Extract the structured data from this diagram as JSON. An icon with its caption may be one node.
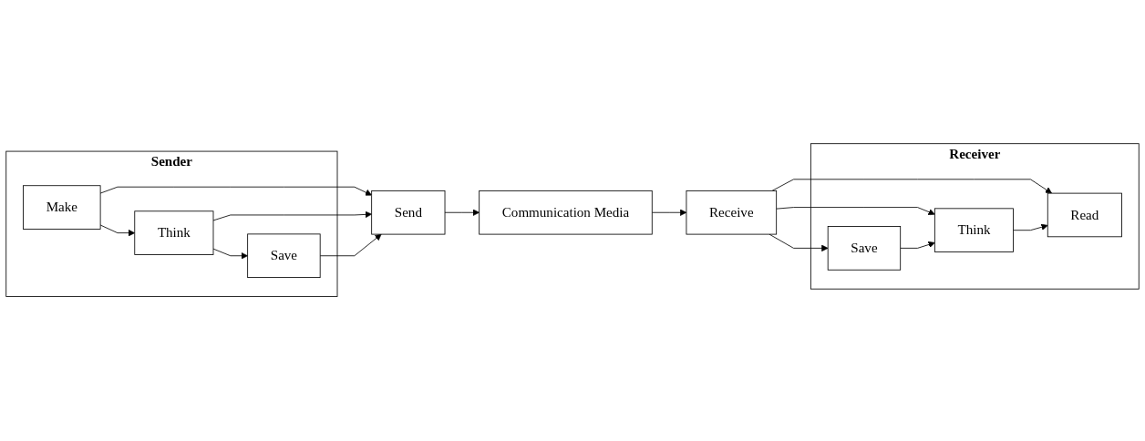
{
  "diagram": {
    "nodes": [
      {
        "text": [
          "Sender"
        ]
      },
      {
        "text": [
          "Make"
        ],
        "in": 0
      },
      {
        "text": [
          "Think"
        ],
        "in": 0
      },
      {
        "text": [
          "Save"
        ],
        "in": 0
      },
      {
        "text": [
          "Send"
        ]
      },
      {
        "text": [
          "Communication Media"
        ]
      },
      {
        "text": [
          "Receive"
        ]
      },
      {
        "text": [
          "Receiver"
        ]
      },
      {
        "text": [
          "Read"
        ],
        "in": 7
      },
      {
        "text": [
          "Think"
        ],
        "in": 7
      },
      {
        "text": [
          "Save"
        ],
        "in": 7
      }
    ],
    "edges": [
      {
        "from": 1,
        "to": 2,
        "arrow": "to"
      },
      {
        "from": 2,
        "to": 3,
        "arrow": "to"
      },
      {
        "from": 1,
        "to": 4,
        "arrow": "to"
      },
      {
        "from": 2,
        "to": 4,
        "arrow": "to"
      },
      {
        "from": 3,
        "to": 4,
        "arrow": "to"
      },
      {
        "from": 4,
        "to": 5,
        "arrow": "to"
      },
      {
        "from": 5,
        "to": 6,
        "arrow": "to"
      },
      {
        "from": 6,
        "to": 8,
        "arrow": "to"
      },
      {
        "from": 6,
        "to": 9,
        "arrow": "to"
      },
      {
        "from": 6,
        "to": 10,
        "arrow": "to"
      },
      {
        "from": 10,
        "to": 9,
        "arrow": "to"
      },
      {
        "from": 9,
        "to": 8,
        "arrow": "to"
      }
    ]
  }
}
